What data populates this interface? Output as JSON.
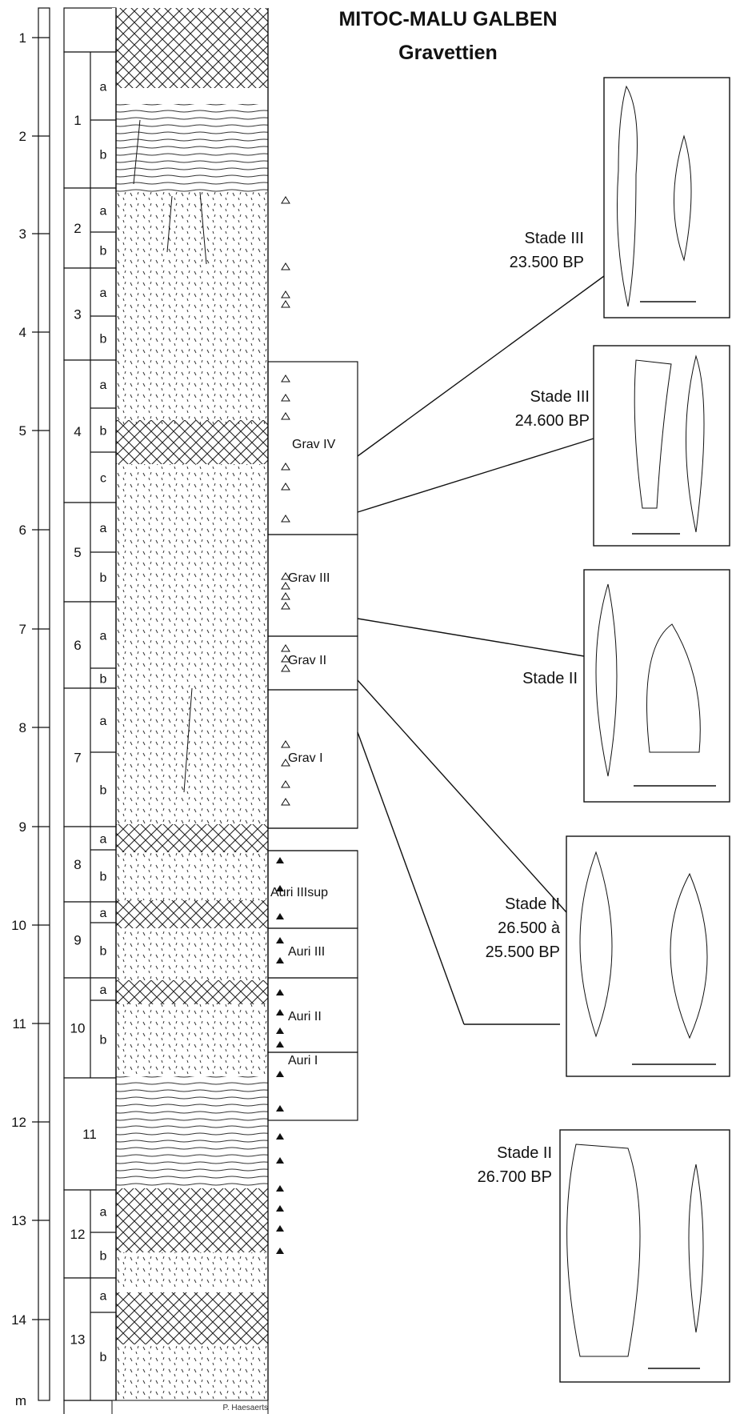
{
  "title": {
    "site": "MITOC-MALU GALBEN",
    "culture": "Gravettien"
  },
  "depth_scale": {
    "labels": [
      "1",
      "2",
      "3",
      "4",
      "5",
      "6",
      "7",
      "8",
      "9",
      "10",
      "11",
      "12",
      "13",
      "14",
      "m"
    ]
  },
  "layers": [
    {
      "number": "1",
      "subs": [
        "a",
        "b"
      ]
    },
    {
      "number": "2",
      "subs": [
        "a",
        "b"
      ]
    },
    {
      "number": "3",
      "subs": [
        "a",
        "b"
      ]
    },
    {
      "number": "4",
      "subs": [
        "a",
        "b",
        "c"
      ]
    },
    {
      "number": "5",
      "subs": [
        "a",
        "b"
      ]
    },
    {
      "number": "6",
      "subs": [
        "a",
        "b"
      ]
    },
    {
      "number": "7",
      "subs": [
        "a",
        "b"
      ]
    },
    {
      "number": "8",
      "subs": [
        "a",
        "b"
      ]
    },
    {
      "number": "9",
      "subs": [
        "a",
        "b"
      ]
    },
    {
      "number": "10",
      "subs": [
        "a",
        "b"
      ]
    },
    {
      "number": "11",
      "subs": []
    },
    {
      "number": "12",
      "subs": [
        "a",
        "b"
      ]
    },
    {
      "number": "13",
      "subs": [
        "a",
        "b"
      ]
    }
  ],
  "units": [
    "Grav IV",
    "Grav III",
    "Grav II",
    "Grav I",
    "Auri IIIsup",
    "Auri III",
    "Auri II",
    "Auri I"
  ],
  "stades": [
    {
      "lines": [
        "Stade III",
        "23.500 BP"
      ]
    },
    {
      "lines": [
        "Stade III",
        "24.600 BP"
      ]
    },
    {
      "lines": [
        "Stade II"
      ]
    },
    {
      "lines": [
        "Stade II",
        "26.500 à",
        "25.500 BP"
      ]
    },
    {
      "lines": [
        "Stade II",
        "26.700 BP"
      ]
    }
  ],
  "credit": "P. Haesaerts"
}
